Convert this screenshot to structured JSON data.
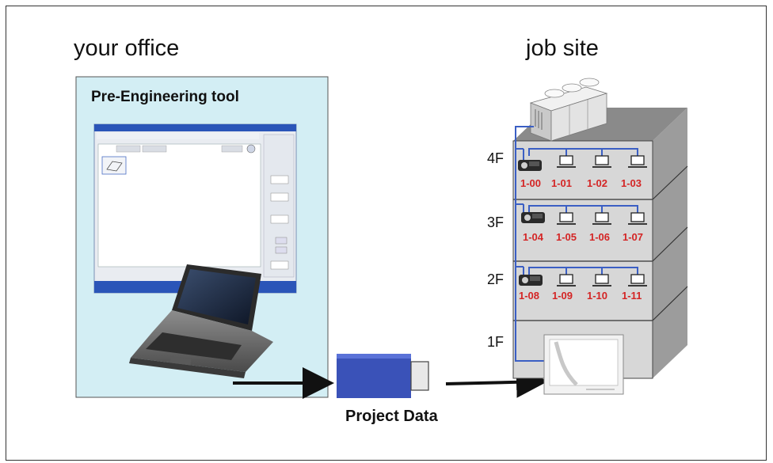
{
  "office": {
    "heading": "your office",
    "tool_title": "Pre-Engineering tool"
  },
  "site": {
    "heading": "job site",
    "floors": [
      {
        "label": "4F",
        "units": [
          "1-00",
          "1-01",
          "1-02",
          "1-03"
        ]
      },
      {
        "label": "3F",
        "units": [
          "1-04",
          "1-05",
          "1-06",
          "1-07"
        ]
      },
      {
        "label": "2F",
        "units": [
          "1-08",
          "1-09",
          "1-10",
          "1-11"
        ]
      },
      {
        "label": "1F",
        "units": []
      }
    ]
  },
  "transfer": {
    "caption": "Project Data"
  },
  "colors": {
    "panel_bg": "#d3eef4",
    "wire": "#3b5fc4",
    "unit_label": "#d42525",
    "usb": "#3a52b8",
    "building_front": "#d7d7d7",
    "building_side": "#9c9c9c",
    "building_top": "#8a8a8a"
  },
  "icons": [
    "laptop-icon",
    "usb-drive-icon",
    "outdoor-unit-icon",
    "projector-unit-icon",
    "indoor-unit-icon",
    "central-controller-icon"
  ]
}
